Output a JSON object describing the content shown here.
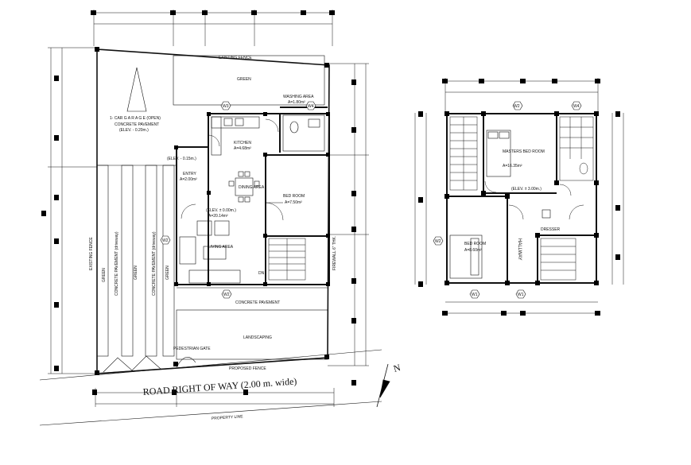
{
  "ground_floor": {
    "existing_fence_top": "EXISTING FENCE",
    "green_top": "GREEN",
    "washing_area": "WASHING AREA",
    "washing_area_size": "A=1.80m²",
    "carport_title": "1- CAR G A R A G E (OPEN)",
    "carport_pavement": "CONCRETE PAVEMENT",
    "carport_elev": "(ELEV. - 0.20m.)",
    "kitchen": "KITCHEN",
    "kitchen_size": "A=4.68m²",
    "elev_entry": "(ELEV. - 0.15m.)",
    "entry": "ENTRY",
    "entry_size": "A=2.00m²",
    "dining": "DINING AREA",
    "bedroom": "BED ROOM",
    "bedroom_size": "A=7.50m²",
    "elev_living": "(ELEV. ± 0.00m.)",
    "living_size_top": "A=20.14m²",
    "living": "LIVING AREA",
    "existing_fence_left": "EXISTING FENCE",
    "green_left": "GREEN",
    "concrete_pavement_driveway": "CONCRETE PAVEMENT (driveway)",
    "green_mid": "GREEN",
    "green_mid2": "GREEN",
    "firewall": "FIREWALL 6\" THK.",
    "concrete_pavement_front": "CONCRETE PAVEMENT",
    "landscaping": "LANDSCAPING",
    "pedestrian_gate": "PEDESTRIAN GATE",
    "proposed_fence": "PROPOSED FENCE",
    "road_right_of_way": "ROAD RIGHT OF WAY (2.00 m. wide)",
    "property_line": "PROPERTY LINE",
    "north": "N",
    "tags": {
      "w3": "W3",
      "w4": "W4",
      "w2_front": "W2",
      "w2_side": "W2",
      "dn": "DN"
    }
  },
  "second_floor": {
    "master_bedroom": "MASTERS BED ROOM",
    "master_size": "A=16.35m²",
    "elev": "(ELEV. ± 3.00m.)",
    "bedroom": "BED ROOM",
    "bedroom_size": "A=8.60m²",
    "hallway": "HALLWAY",
    "dresser": "DRESSER",
    "tags": {
      "w2": "W2",
      "w4": "W4",
      "w2_side": "W2",
      "w1_a": "W1",
      "w1_b": "W1"
    }
  },
  "colors": {
    "line": "#111111",
    "column": "#000000",
    "paper": "#ffffff"
  }
}
